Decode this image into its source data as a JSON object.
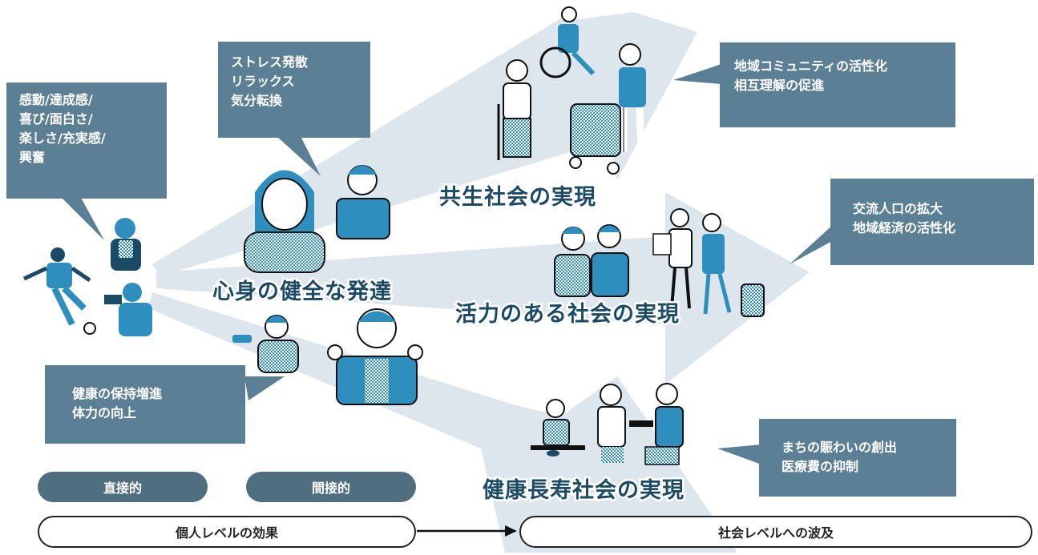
{
  "bubbles": {
    "emotion": [
      "感動/達成感/",
      "喜び/面白さ/",
      "楽しさ/充実感/",
      "興奮"
    ],
    "stress": [
      "ストレス発散",
      "リラックス",
      "気分転換"
    ],
    "health": [
      "健康の保持増進",
      "体力の向上"
    ],
    "community": [
      "地域コミュニティの活性化",
      "相互理解の促進"
    ],
    "exchange": [
      "交流人口の拡大",
      "地域経済の活性化"
    ],
    "town": [
      "まちの賑わいの創出",
      "医療費の抑制"
    ]
  },
  "center_label": "心身の健全な発達",
  "goals": {
    "coexist": "共生社会の実現",
    "vital": "活力のある社会の実現",
    "longevity": "健康長寿社会の実現"
  },
  "pills": {
    "direct": "直接的",
    "indirect": "間接的"
  },
  "bars": {
    "individual": "個人レベルの効果",
    "social": "社会レベルへの波及"
  },
  "colors": {
    "box": "#5b7f95",
    "pill": "#4f6e80",
    "arrow": "#dde6ec",
    "figure": "#2e8fbf",
    "text_dark": "#1a4a66"
  }
}
